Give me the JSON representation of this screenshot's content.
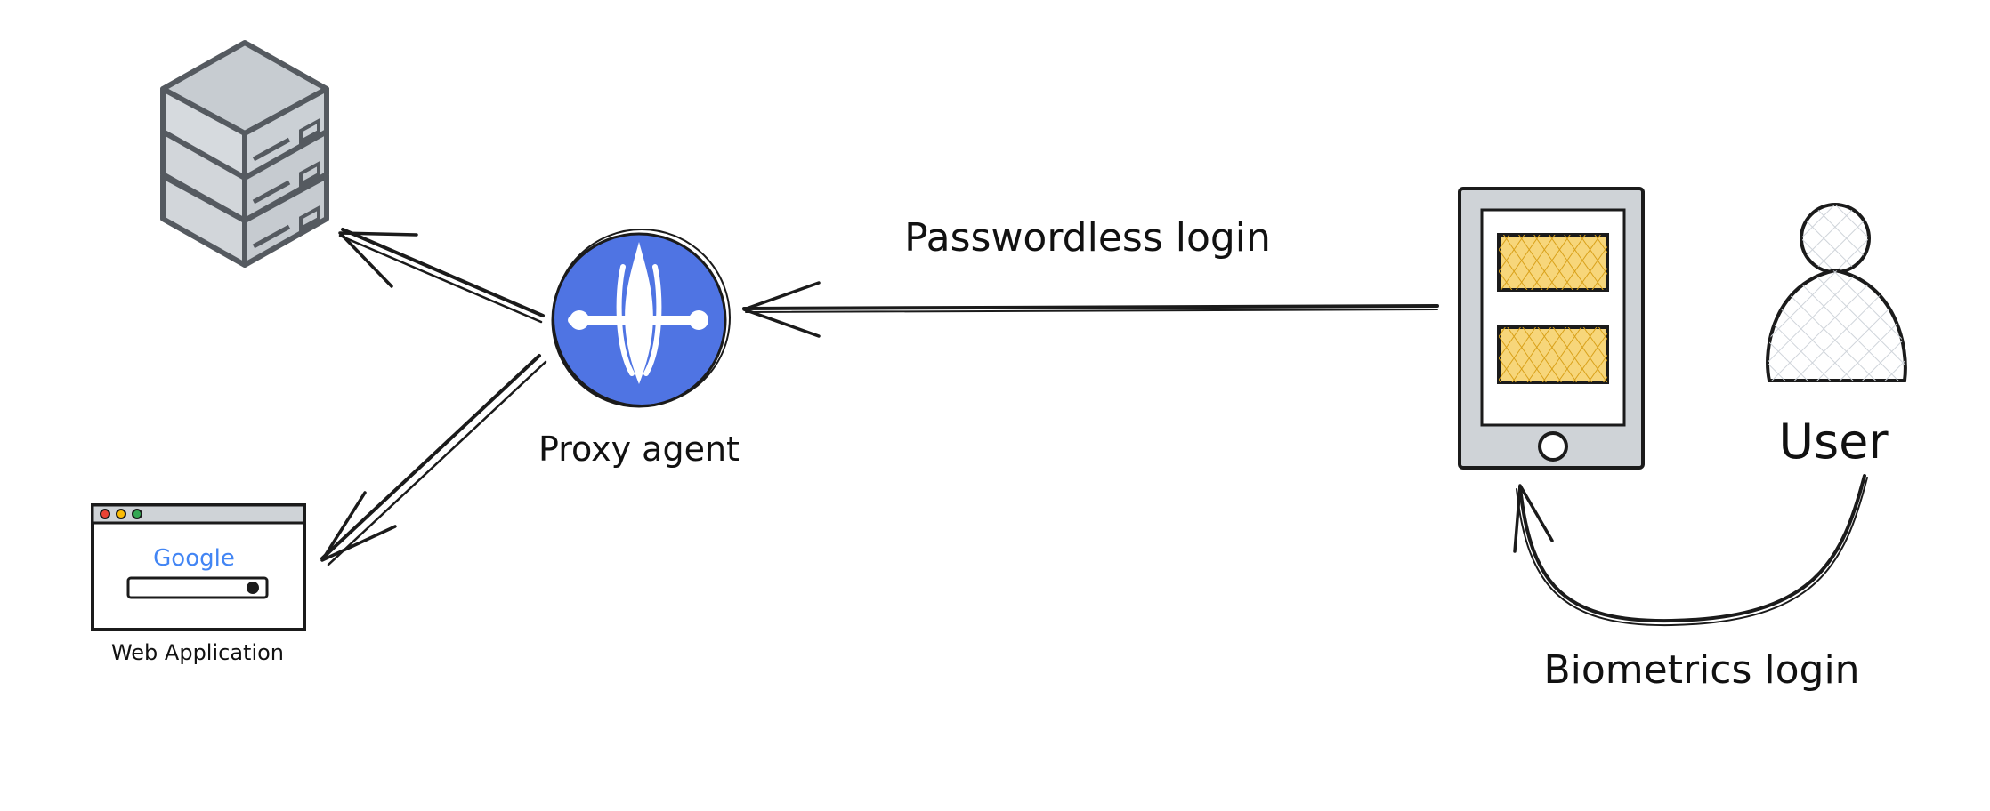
{
  "labels": {
    "proxy_agent": "Proxy agent",
    "web_application": "Web Application",
    "passwordless_login": "Passwordless login",
    "biometrics_login": "Biometrics login",
    "user": "User",
    "google_logo_text": "Google"
  },
  "icons": {
    "server": "server-stack-icon",
    "browser": "browser-window-icon",
    "proxy": "proxy-agent-icon",
    "tablet": "tablet-icon",
    "user": "user-icon"
  },
  "colors": {
    "proxy_blue": "#4f74e3",
    "server_gray": "#ced3d8",
    "server_stroke": "#555a60",
    "device_gray": "#cfd3d7",
    "tablet_fill": "#f3c13b",
    "user_fill": "#d9dde2",
    "google_blue": "#4285f4",
    "google_red": "#ea4335",
    "google_yellow": "#fbbc05",
    "google_green": "#34a853"
  }
}
